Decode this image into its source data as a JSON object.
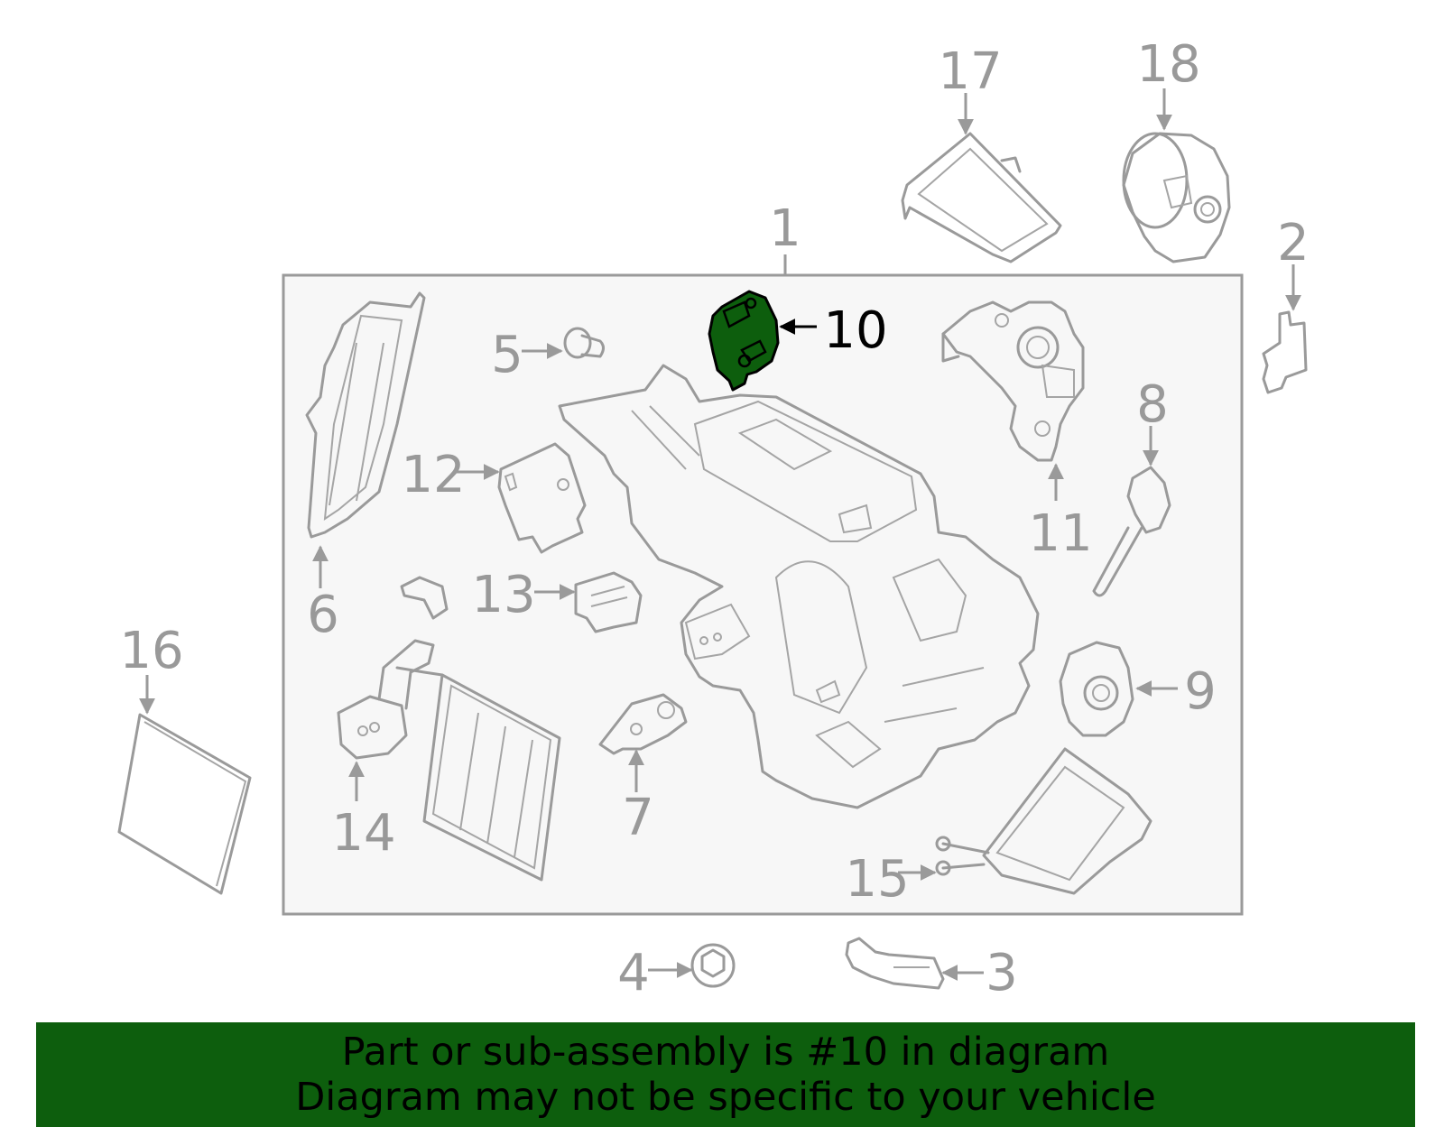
{
  "diagram": {
    "highlight_color": "#0d5e0d",
    "outline_color": "#9a9a9a",
    "box_fill": "#f7f7f7",
    "highlighted_part": "10",
    "labels": {
      "l1": "1",
      "l2": "2",
      "l3": "3",
      "l4": "4",
      "l5": "5",
      "l6": "6",
      "l7": "7",
      "l8": "8",
      "l9": "9",
      "l10": "10",
      "l11": "11",
      "l12": "12",
      "l13": "13",
      "l14": "14",
      "l15": "15",
      "l16": "16",
      "l17": "17",
      "l18": "18"
    }
  },
  "footer": {
    "line1": "Part or sub-assembly is #10 in diagram",
    "line2": "Diagram may not be specific to your vehicle",
    "background": "#0d5e0d"
  }
}
